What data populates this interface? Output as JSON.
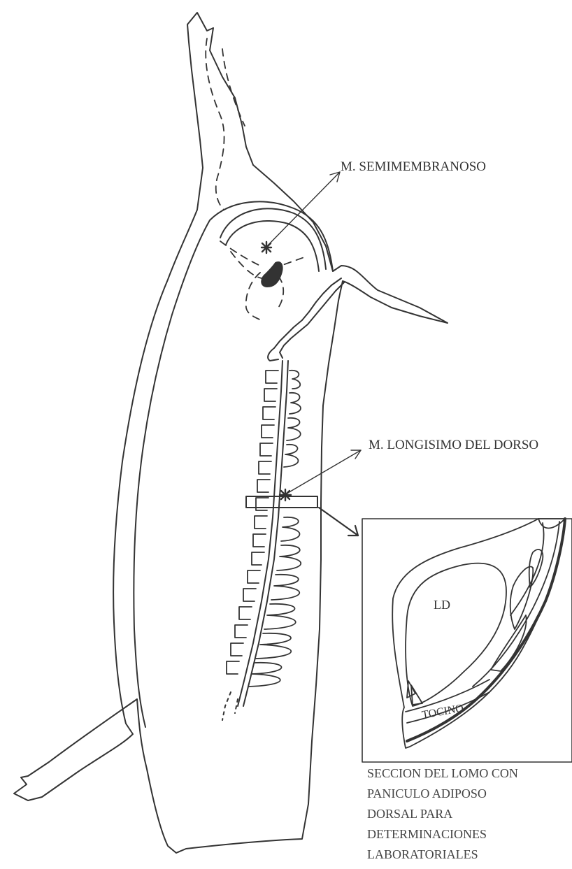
{
  "labels": {
    "semimembranoso": "M. SEMIMEMBRANOSO",
    "longisimo": "M. LONGISIMO DEL DORSO",
    "ld": "LD",
    "tocino": "TOCINO"
  },
  "caption": {
    "lines": [
      "SECCION DEL LOMO CON",
      "PANICULO ADIPOSO",
      "DORSAL PARA",
      "DETERMINACIONES",
      "LABORATORIALES"
    ]
  },
  "colors": {
    "line": "#333333",
    "text": "#333333",
    "background": "#ffffff"
  }
}
